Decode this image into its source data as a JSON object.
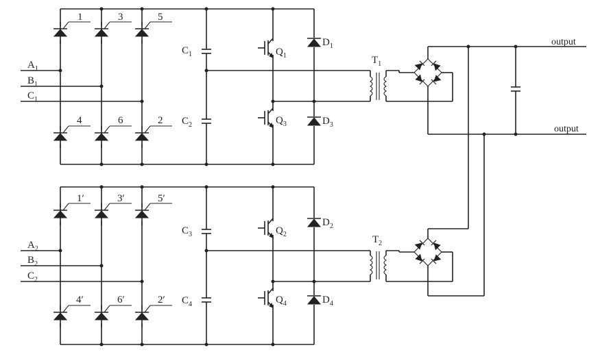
{
  "unit1": {
    "inputs": {
      "a": "A",
      "a_sub": "1",
      "b": "B",
      "b_sub": "1",
      "c": "C",
      "c_sub": "1"
    },
    "thyristors": {
      "t1": "1",
      "t2": "2",
      "t3": "3",
      "t4": "4",
      "t5": "5",
      "t6": "6"
    },
    "capacitors": {
      "top": "C",
      "top_sub": "1",
      "bottom": "C",
      "bottom_sub": "2"
    },
    "transistors": {
      "top": "Q",
      "top_sub": "1",
      "bottom": "Q",
      "bottom_sub": "3"
    },
    "diodes": {
      "top": "D",
      "top_sub": "1",
      "bottom": "D",
      "bottom_sub": "3"
    },
    "transformer": {
      "name": "T",
      "sub": "1"
    }
  },
  "unit2": {
    "inputs": {
      "a": "A",
      "a_sub": "2",
      "b": "B",
      "b_sub": "2",
      "c": "C",
      "c_sub": "2"
    },
    "thyristors": {
      "t1": "1′",
      "t2": "2′",
      "t3": "3′",
      "t4": "4′",
      "t5": "5′",
      "t6": "6′"
    },
    "capacitors": {
      "top": "C",
      "top_sub": "3",
      "bottom": "C",
      "bottom_sub": "4"
    },
    "transistors": {
      "top": "Q",
      "top_sub": "2",
      "bottom": "Q",
      "bottom_sub": "4"
    },
    "diodes": {
      "top": "D",
      "top_sub": "2",
      "bottom": "D",
      "bottom_sub": "4"
    },
    "transformer": {
      "name": "T",
      "sub": "2"
    }
  },
  "output": {
    "top": "output",
    "bottom": "output"
  }
}
